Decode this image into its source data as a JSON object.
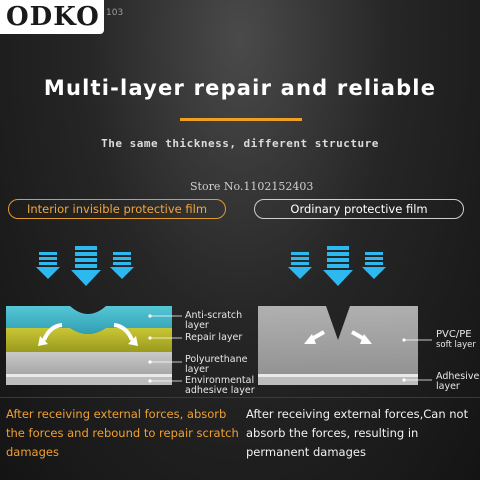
{
  "logo": {
    "text": "ODKO",
    "mark": "103"
  },
  "headline": "Multi-layer repair and reliable",
  "subline": "The same thickness, different structure",
  "store": "Store No.1102152403",
  "left_panel": {
    "pill": "Interior invisible protective film",
    "labels": {
      "anti_scratch": [
        "Anti-scratch",
        "layer"
      ],
      "repair": "Repair layer",
      "polyurethane": [
        "Polyurethane",
        "layer"
      ],
      "adhesive": [
        "Environmental",
        "adhesive layer"
      ]
    },
    "caption": "After receiving external forces, absorb the forces and rebound to repair scratch damages"
  },
  "right_panel": {
    "pill": "Ordinary protective film",
    "labels": {
      "pvc": [
        "PVC/PE",
        "soft layer"
      ],
      "adhesive": [
        "Adhesive",
        "layer"
      ]
    },
    "caption": "After receiving external forces,Can not absorb the forces, resulting in permanent damages"
  },
  "colors": {
    "accent_orange": "#f0a030",
    "arrow_blue": "#2db8f0",
    "layer_teal": "#3fb7c9",
    "layer_olive": "#b6b52a",
    "layer_gray": "#b9b9b9"
  }
}
